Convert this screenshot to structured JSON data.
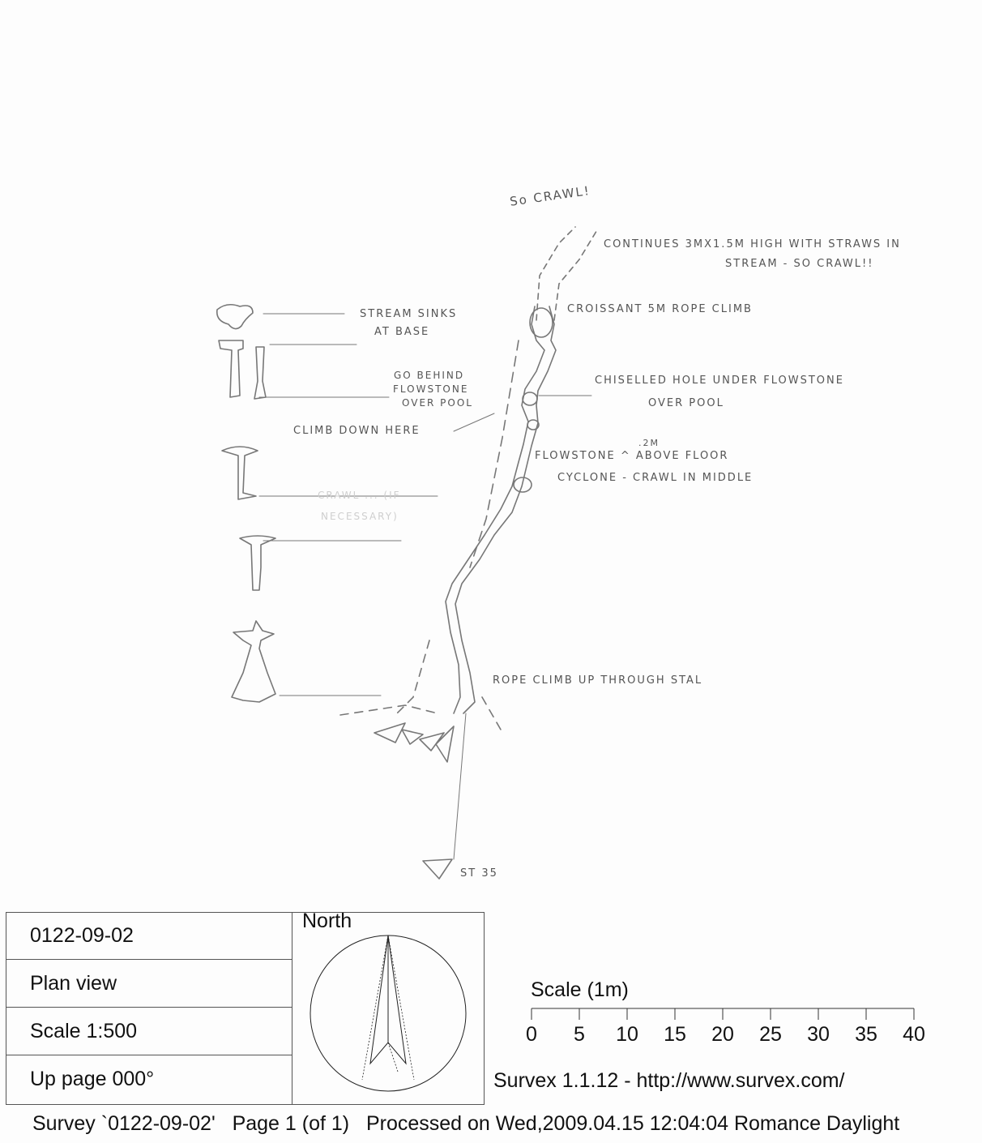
{
  "sketch": {
    "notes": {
      "top_crawl": "So CRAWL!",
      "continues_line1": "CONTINUES 3MX1.5M HIGH WITH STRAWS IN",
      "continues_line2": "STREAM - SO CRAWL!!",
      "croissant": "CROISSANT 5M ROPE CLIMB",
      "stream_sinks_line1": "STREAM SINKS",
      "stream_sinks_line2": "AT BASE",
      "go_behind_line1": "GO BEHIND",
      "go_behind_line2": "FLOWSTONE",
      "go_behind_line3": "OVER POOL",
      "chiselled_line1": "CHISELLED HOLE UNDER FLOWSTONE",
      "chiselled_line2": "OVER POOL",
      "climb_down": "CLIMB DOWN HERE",
      "flowstone_height": ".2M",
      "flowstone": "FLOWSTONE ^ ABOVE FLOOR",
      "cyclone": "CYCLONE - CRAWL IN MIDDLE",
      "faint_line1": "CRAWL ... (IF",
      "faint_line2": "NECESSARY)",
      "rope_climb": "ROPE CLIMB UP THROUGH STAL",
      "station": "ST 35"
    }
  },
  "info": {
    "survey_id": "0122-09-02",
    "view": "Plan view",
    "scale": "Scale 1:500",
    "up_page": "Up page 000°"
  },
  "north": {
    "label": "North"
  },
  "scale_bar": {
    "label": "Scale (1m)",
    "ticks": [
      "0",
      "5",
      "10",
      "15",
      "20",
      "25",
      "30",
      "35",
      "40"
    ]
  },
  "credit": "Survex 1.1.12 - http://www.survex.com/",
  "footer": "Survey `0122-09-02'   Page 1 (of 1)   Processed on Wed,2009.04.15 12:04:04 Romance Daylight"
}
